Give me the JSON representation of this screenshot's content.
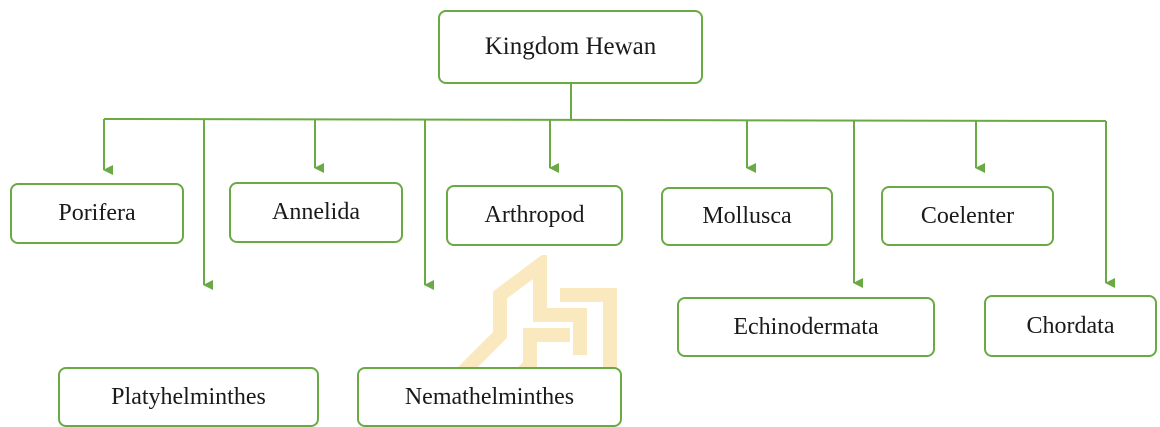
{
  "diagram": {
    "root": "Kingdom Hewan",
    "children": [
      "Porifera",
      "Platyhelminthes",
      "Annelida",
      "Nemathelminthes",
      "Arthropod",
      "Mollusca",
      "Echinodermata",
      "Coelenter",
      "Chordata"
    ]
  },
  "colors": {
    "connector": "#6aaa45",
    "box_border": "#6aaa45",
    "text": "#1a1a1a",
    "watermark": "#f2c24b"
  }
}
